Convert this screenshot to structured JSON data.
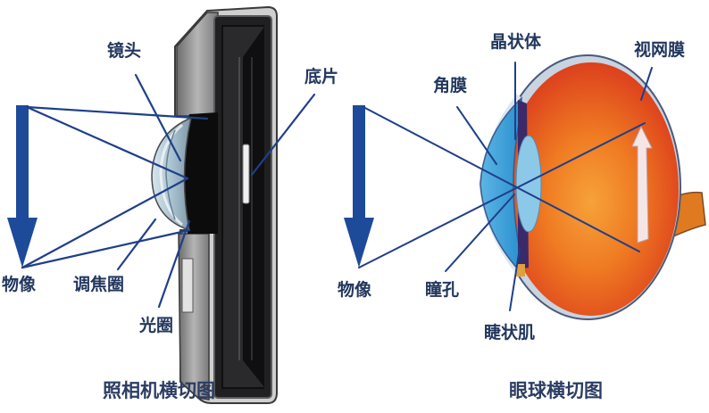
{
  "camera": {
    "caption": "照相机横切图",
    "labels": {
      "lens": "镜头",
      "film": "底片",
      "object_image": "物像",
      "focus_ring": "调焦圈",
      "aperture": "光圈"
    }
  },
  "eye": {
    "caption": "眼球横切图",
    "labels": {
      "crystalline_lens": "晶状体",
      "retina": "视网膜",
      "cornea": "角膜",
      "object_image": "物像",
      "pupil": "瞳孔",
      "ciliary_muscle": "睫状肌"
    }
  },
  "colors": {
    "line_blue": "#1f3f8a",
    "arrow_blue": "#1e4a9a",
    "label_text": "#23375e",
    "camera_body": "#1a1a1a",
    "camera_frame": "#9a9a9a",
    "eye_red": "#d9361c",
    "eye_orange": "#f08a2a",
    "cornea_blue": "#3aa0d8",
    "lens_blue": "#8cc8e8"
  }
}
